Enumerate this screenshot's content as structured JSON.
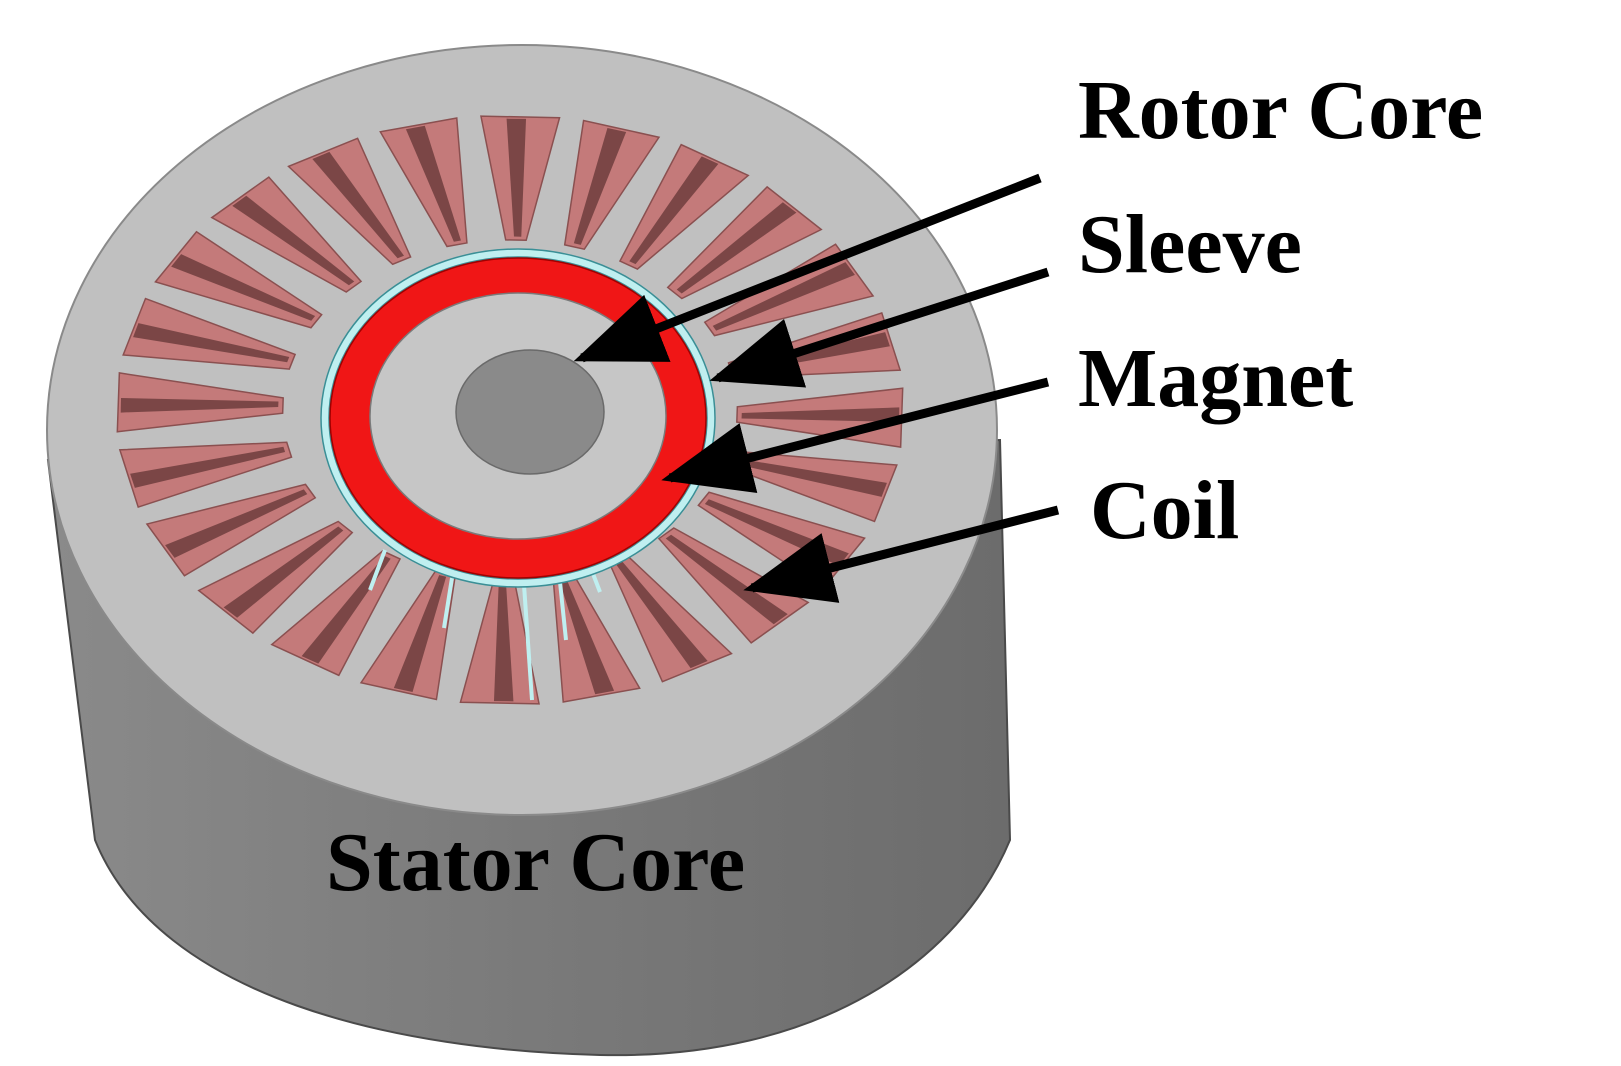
{
  "labels": {
    "rotor_core": "Rotor Core",
    "sleeve": "Sleeve",
    "magnet": "Magnet",
    "coil": "Coil",
    "stator_core": "Stator Core"
  },
  "colors": {
    "stator_top": "#c0c0c0",
    "stator_side": "#7d7d7d",
    "coil": "#c47a7a",
    "coil_dark": "#6e3d3d",
    "magnet": "#f01616",
    "sleeve": "#bfeff0",
    "rotor_core": "#c6c6c6",
    "shaft_hole": "#8a8a8a",
    "arrow": "#000000"
  },
  "slot_count": 24
}
